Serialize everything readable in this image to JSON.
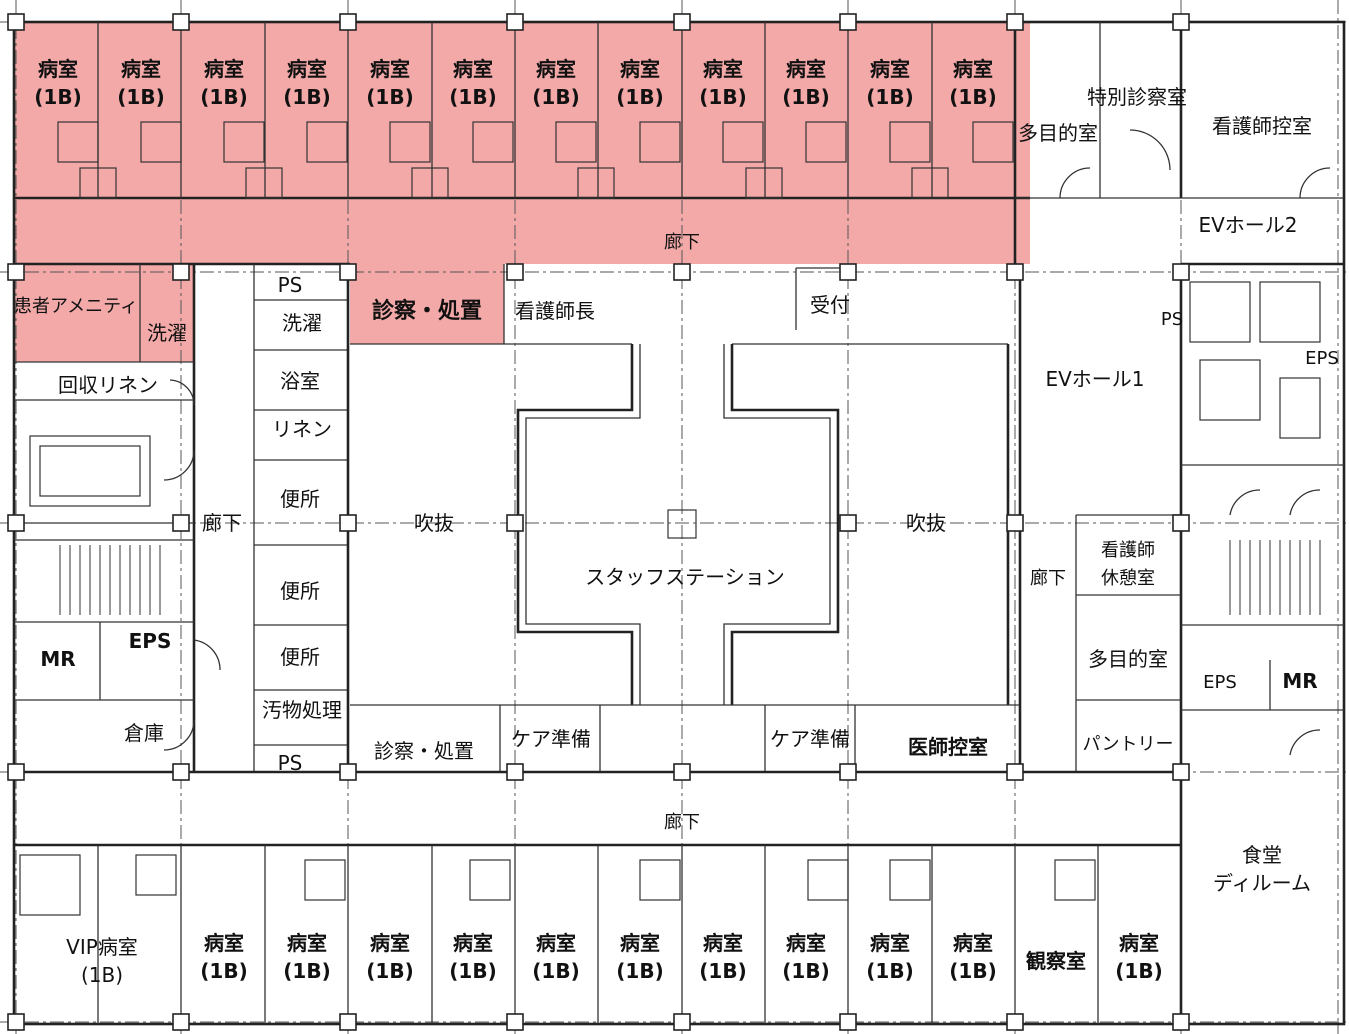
{
  "rooms": {
    "patient_room_label": "病室",
    "patient_room_class": "(1B)",
    "top_patient_rooms_count": 12,
    "vip_room": "VIP病室",
    "vip_class": "(1B)",
    "corridor": "廊下",
    "special_exam": "特別診察室",
    "multipurpose": "多目的室",
    "nurse_waiting": "看護師控室",
    "ev_hall_2": "EVホール2",
    "ev_hall_1": "EVホール1",
    "patient_amenity": "患者アメニティ",
    "laundry": "洗濯",
    "ps": "PS",
    "exam_treatment_top": "診察・処置",
    "head_nurse": "看護師長",
    "reception": "受付",
    "eps": "EPS",
    "collect_linen": "回収リネン",
    "bath": "浴室",
    "linen": "リネン",
    "toilet": "便所",
    "atrium": "吹抜",
    "staff_station": "スタッフステーション",
    "nurse_rest_1": "看護師",
    "nurse_rest_2": "休憩室",
    "mr": "MR",
    "storage": "倉庫",
    "soiled_utility": "汚物処理",
    "exam_treatment_bottom": "診察・処置",
    "care_prep": "ケア準備",
    "doctor_room": "医師控室",
    "pantry": "パントリー",
    "dining_1": "食堂",
    "dining_2": "ディルーム",
    "observation": "観察室"
  },
  "colors": {
    "highlight": "#f29a9a",
    "line": "#222222"
  }
}
